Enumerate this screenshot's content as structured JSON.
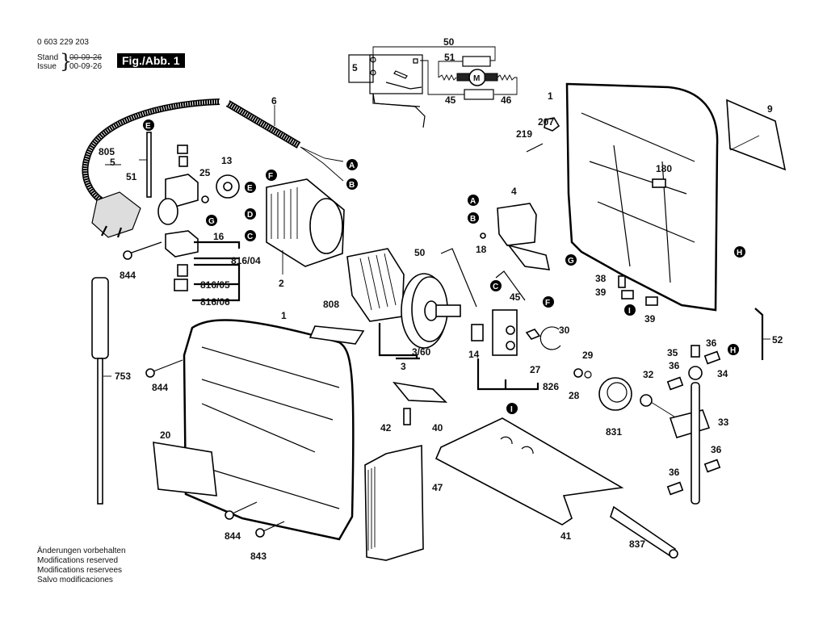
{
  "header": {
    "doc_number": "0 603 229 203",
    "stand_label": "Stand",
    "stand_date": "00-09-26",
    "issue_label": "Issue",
    "issue_date": "00-09-26",
    "figure_label": "Fig./Abb. 1"
  },
  "footer": {
    "lines": [
      "Änderungen vorbehalten",
      "Modifications reserved",
      "Modifications reservees",
      "Salvo modificaciones"
    ]
  },
  "wiring": {
    "labels": {
      "wire_50": "50",
      "wire_51": "51",
      "switch_5": "5",
      "wire_45": "45",
      "wire_46": "46",
      "motor": "M"
    }
  },
  "parts": {
    "p6": "6",
    "p805": "805",
    "p5": "5",
    "p51": "51",
    "p25": "25",
    "p13": "13",
    "p16": "16",
    "p816_04": "816/04",
    "p816_05": "816/05",
    "p816_06": "816/06",
    "p844a": "844",
    "p2": "2",
    "p753": "753",
    "p808": "808",
    "p1a": "1",
    "p844b": "844",
    "p20": "20",
    "p844c": "844",
    "p843": "843",
    "p3_60": "3/60",
    "p3": "3",
    "p14": "14",
    "p27": "27",
    "p30": "30",
    "p29": "29",
    "p28": "28",
    "p826": "826",
    "p42": "42",
    "p40": "40",
    "p47": "47",
    "p41": "41",
    "p837": "837",
    "p831": "831",
    "p32": "32",
    "p33": "33",
    "p34": "34",
    "p35": "35",
    "p36a": "36",
    "p36b": "36",
    "p36c": "36",
    "p36d": "36",
    "p52": "52",
    "p1b": "1",
    "p9": "9",
    "p207": "207",
    "p219": "219",
    "p180": "180",
    "p4": "4",
    "p18": "18",
    "p50": "50",
    "p45": "45",
    "p38": "38",
    "p39a": "39",
    "p39b": "39"
  },
  "markers": {
    "A1": "A",
    "B1": "B",
    "E1": "E",
    "E2": "E",
    "F1": "F",
    "D1": "D",
    "C1": "C",
    "G1": "G",
    "A2": "A",
    "B2": "B",
    "C2": "C",
    "F2": "F",
    "G2": "G",
    "H1": "H",
    "H2": "H",
    "I1": "I",
    "I2": "I"
  }
}
